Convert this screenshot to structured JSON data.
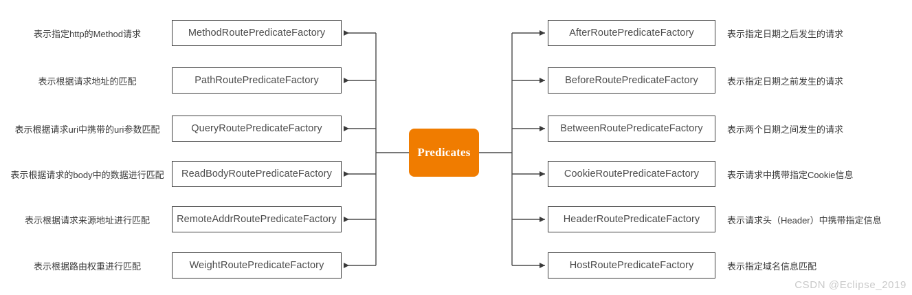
{
  "center": {
    "label": "Predicates",
    "color": "#f07c00",
    "text_color": "#ffffff"
  },
  "theme": {
    "background": "#ffffff",
    "box_border": "#3c3c3c",
    "box_text": "#4b4b4b",
    "description_text": "#3a3a3a",
    "connector": "#4a4a4a",
    "watermark_text": "#c9c9c9"
  },
  "left_branch": [
    {
      "name": "MethodRoutePredicateFactory",
      "description": "表示指定http的Method请求"
    },
    {
      "name": "PathRoutePredicateFactory",
      "description": "表示根据请求地址的匹配"
    },
    {
      "name": "QueryRoutePredicateFactory",
      "description": "表示根据请求uri中携带的uri参数匹配"
    },
    {
      "name": "ReadBodyRoutePredicateFactory",
      "description": "表示根据请求的body中的数据进行匹配"
    },
    {
      "name": "RemoteAddrRoutePredicateFactory",
      "description": "表示根据请求来源地址进行匹配"
    },
    {
      "name": "WeightRoutePredicateFactory",
      "description": "表示根据路由权重进行匹配"
    }
  ],
  "right_branch": [
    {
      "name": "AfterRoutePredicateFactory",
      "description": "表示指定日期之后发生的请求"
    },
    {
      "name": "BeforeRoutePredicateFactory",
      "description": "表示指定日期之前发生的请求"
    },
    {
      "name": "BetweenRoutePredicateFactory",
      "description": "表示两个日期之间发生的请求"
    },
    {
      "name": "CookieRoutePredicateFactory",
      "description": "表示请求中携带指定Cookie信息"
    },
    {
      "name": "HeaderRoutePredicateFactory",
      "description": "表示请求头（Header）中携带指定信息"
    },
    {
      "name": "HostRoutePredicateFactory",
      "description": "表示指定域名信息匹配"
    }
  ],
  "watermark": "CSDN @Eclipse_2019"
}
